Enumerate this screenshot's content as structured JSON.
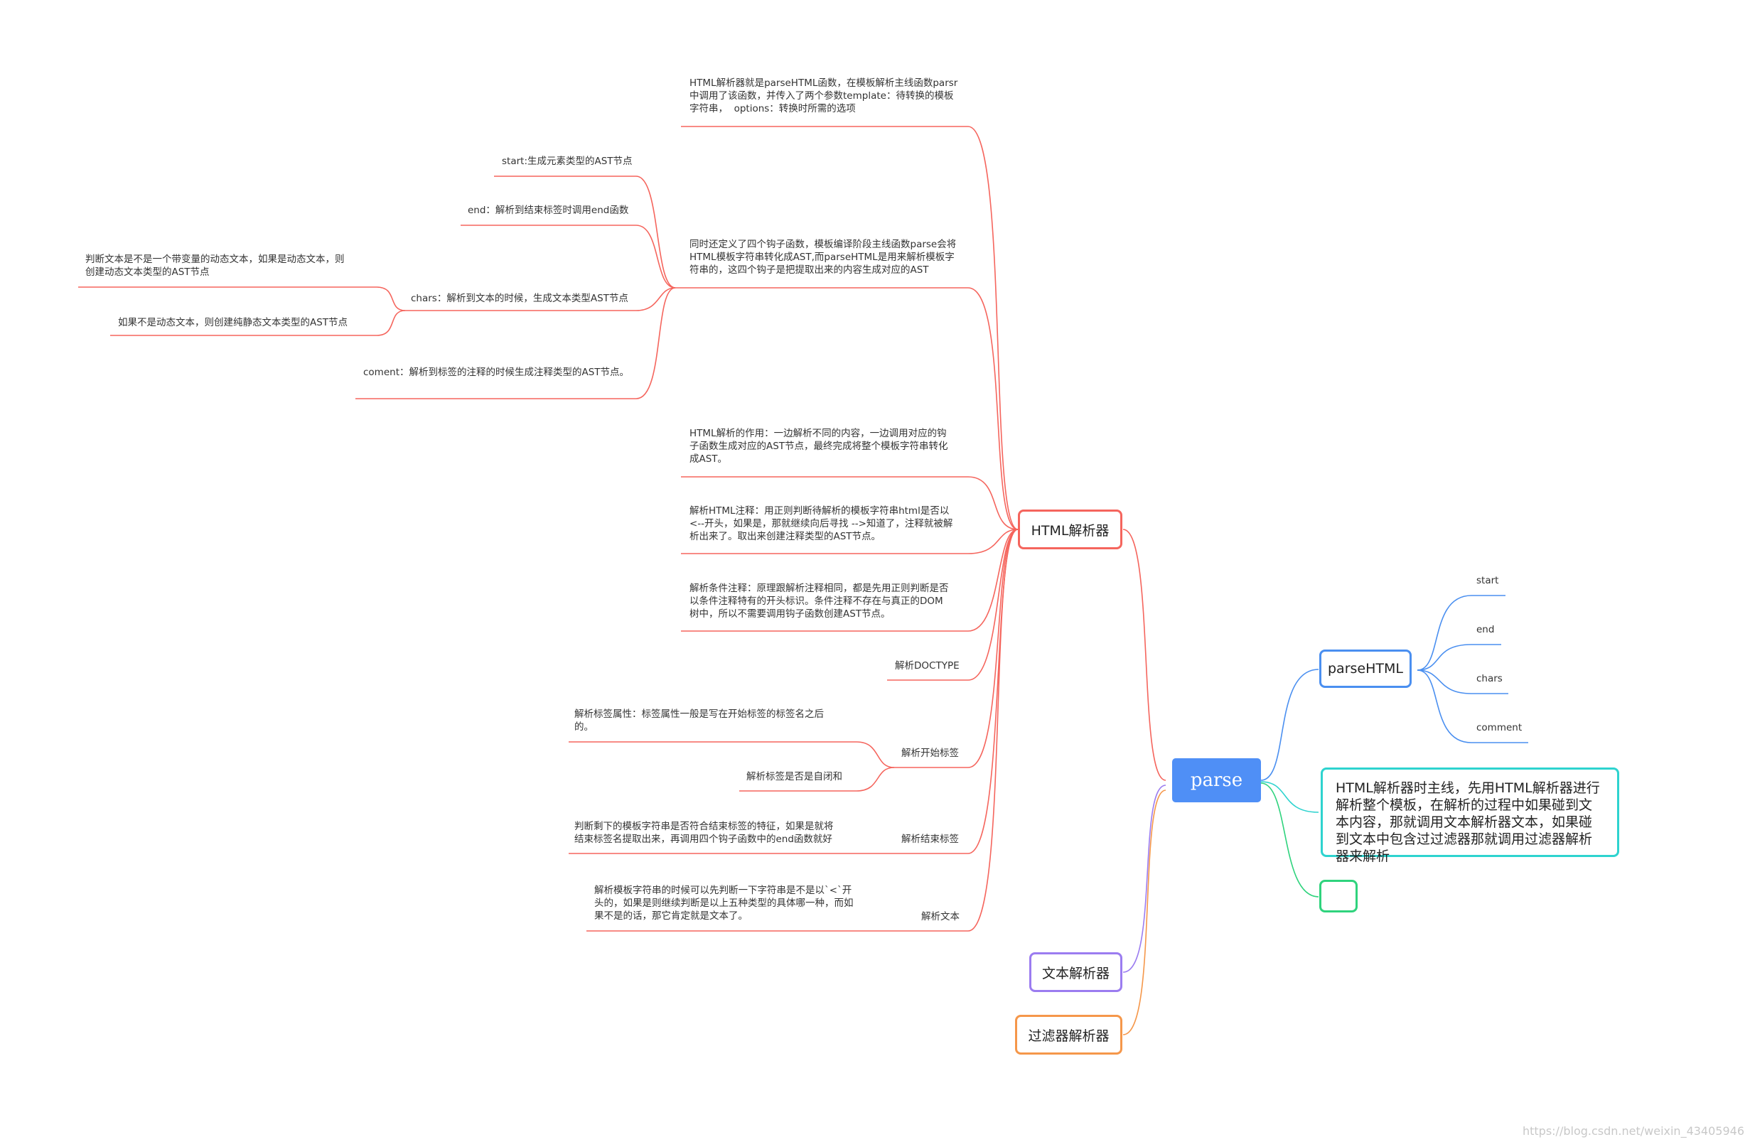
{
  "root": "parse",
  "branches": {
    "html_parser": "HTML解析器",
    "text_parser": "文本解析器",
    "filter_parser": "过滤器解析器",
    "parse_html": "parseHTML",
    "empty_node": ""
  },
  "parse_html_children": [
    "start",
    "end",
    "chars",
    "comment"
  ],
  "summary": "HTML解析器时主线，先用HTML解析器进行解析整个模板，在解析的过程中如果碰到文本内容，那就调用文本解析器文本，如果碰到文本中包含过过滤器那就调用过滤器解析器来解析",
  "html_nodes": {
    "intro": "HTML解析器就是parseHTML函数，在模板解析主线函数parsr\n中调用了该函数，并传入了两个参数template：待转换的模板\n字符串，  options：转换时所需的选项",
    "hooks": "同时还定义了四个钩子函数，模板编译阶段主线函数parse会将\nHTML模板字符串转化成AST,而parseHTML是用来解析模板字\n符串的，这四个钩子是把提取出来的内容生成对应的AST",
    "hook_start": "start:生成元素类型的AST节点",
    "hook_end": "end：解析到结束标签时调用end函数",
    "hook_chars": "chars：解析到文本的时候，生成文本类型AST节点",
    "chars_dynamic": "判断文本是不是一个带变量的动态文本，如果是动态文本，则\n创建动态文本类型的AST节点",
    "chars_static": "如果不是动态文本，则创建纯静态文本类型的AST节点",
    "hook_comment": "coment：解析到标签的注释的时候生成注释类型的AST节点。",
    "role": "HTML解析的作用：一边解析不同的内容，一边调用对应的钩\n子函数生成对应的AST节点，最终完成将整个模板字符串转化\n成AST。",
    "comment": "解析HTML注释：用正则判断待解析的模板字符串html是否以\n<--开头，如果是，那就继续向后寻找 -->知道了，注释就被解\n析出来了。取出来创建注释类型的AST节点。",
    "conditional": "解析条件注释：原理跟解析注释相同，都是先用正则判断是否\n以条件注释特有的开头标识。条件注释不存在与真正的DOM\n树中，所以不需要调用钩子函数创建AST节点。",
    "doctype": "解析DOCTYPE",
    "start_tag": "解析开始标签",
    "start_attr": "解析标签属性：标签属性一般是写在开始标签的标签名之后\n的。",
    "start_self": "解析标签是否是自闭和",
    "end_tag": "解析结束标签",
    "end_detail": "判断剩下的模板字符串是否符合结束标签的特征，如果是就将\n结束标签名提取出来，再调用四个钩子函数中的end函数就好",
    "text": "解析文本",
    "text_detail": "解析模板字符串的时候可以先判断一下字符串是不是以`<`开\n头的，如果是则继续判断是以上五种类型的具体哪一种，而如\n果不是的话，那它肯定就是文本了。"
  },
  "watermark": "https://blog.csdn.net/weixin_43405946",
  "colors": {
    "root": "#4f8ff6",
    "html_branch": "#f5655d",
    "text_branch": "#9b7cf0",
    "filter_branch": "#f5974a",
    "parsehtml_branch": "#4a8ff0",
    "summary_branch": "#2ed3cf",
    "empty_branch": "#2fd37d"
  }
}
